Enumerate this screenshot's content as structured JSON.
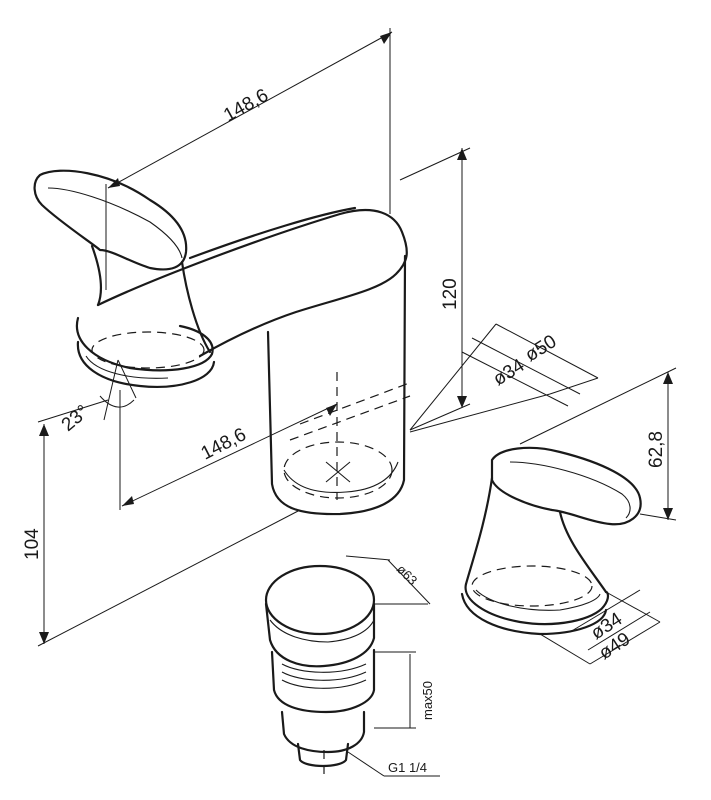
{
  "dimensions": {
    "spout_length_top": "148,6",
    "spout_reach": "148,6",
    "spout_height": "120",
    "total_height": "104",
    "handle_angle": "23°",
    "base_outer_diameter": "ø50",
    "base_inner_diameter": "ø34",
    "handle_height": "62,8",
    "handle_base_inner": "ø34",
    "handle_base_outer": "ø49",
    "drain_diameter": "ø63",
    "drain_max_height": "max50",
    "drain_thread": "G1 1/4"
  }
}
